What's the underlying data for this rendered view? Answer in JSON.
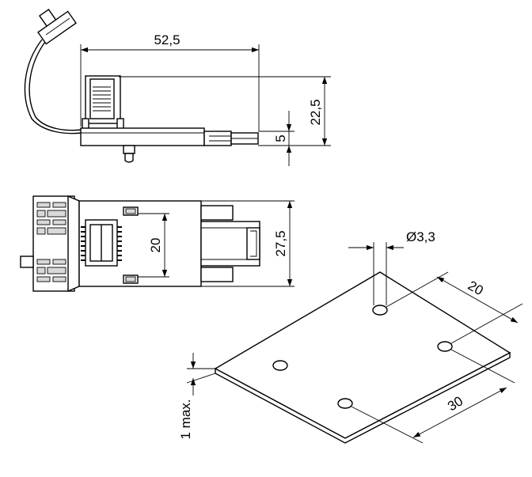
{
  "dimensions": {
    "width_total": "52,5",
    "height_total": "22,5",
    "base_height": "5",
    "width_spacing": "20",
    "depth": "27,5",
    "hole_diameter": "Ø3,3",
    "plate_hole_spacing_a": "20",
    "plate_hole_spacing_b": "30",
    "plate_thickness": "1 max."
  }
}
